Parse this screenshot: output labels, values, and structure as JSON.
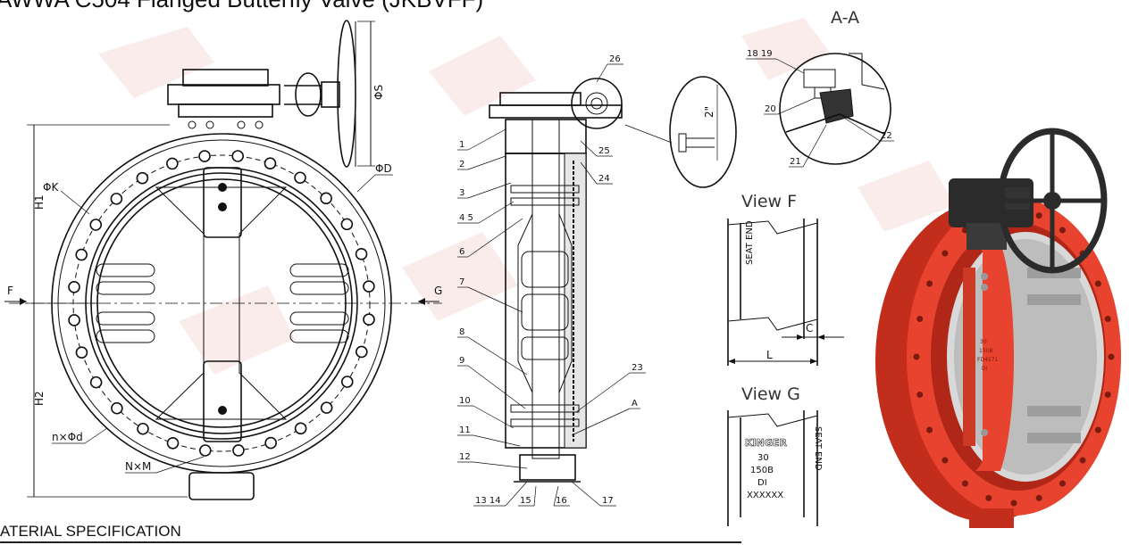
{
  "title": "AWWA C504 Flanged Butterfly Valve  (JKBVFF)",
  "section_title": "ATERIAL SPECIFICATION",
  "front_view": {
    "dims": {
      "phiK": "ΦK",
      "phiD": "ΦD",
      "phiS": "ΦS",
      "h1": "H1",
      "h2": "H2",
      "f": "F",
      "g": "G",
      "nxphid": "n×Φd",
      "nxm": "N×M"
    }
  },
  "side_view": {
    "parts": [
      "1",
      "2",
      "3",
      "4 5",
      "6",
      "7",
      "8",
      "9",
      "10",
      "11",
      "12",
      "13 14",
      "15",
      "16",
      "17",
      "A",
      "23",
      "24",
      "25",
      "26"
    ],
    "detail_dim": "2\""
  },
  "section_aa": {
    "title": "A-A",
    "parts": [
      "18 19",
      "20",
      "21",
      "22"
    ]
  },
  "view_f": {
    "title": "View F",
    "seat_label": "SEAT END",
    "dim_l": "L",
    "dim_c": "C"
  },
  "view_g": {
    "title": "View G",
    "seat_label": "SEAT END",
    "brand": "KINGER",
    "lines": [
      "30",
      "150B",
      "DI",
      "XXXXXX"
    ]
  },
  "body_markings": [
    "30",
    "150B",
    "FD4571",
    "DI"
  ],
  "colors": {
    "valve_red": "#e8432e",
    "handwheel": "#2b2b2b",
    "ink": "#111111",
    "watermark": "#f3d5d5"
  }
}
